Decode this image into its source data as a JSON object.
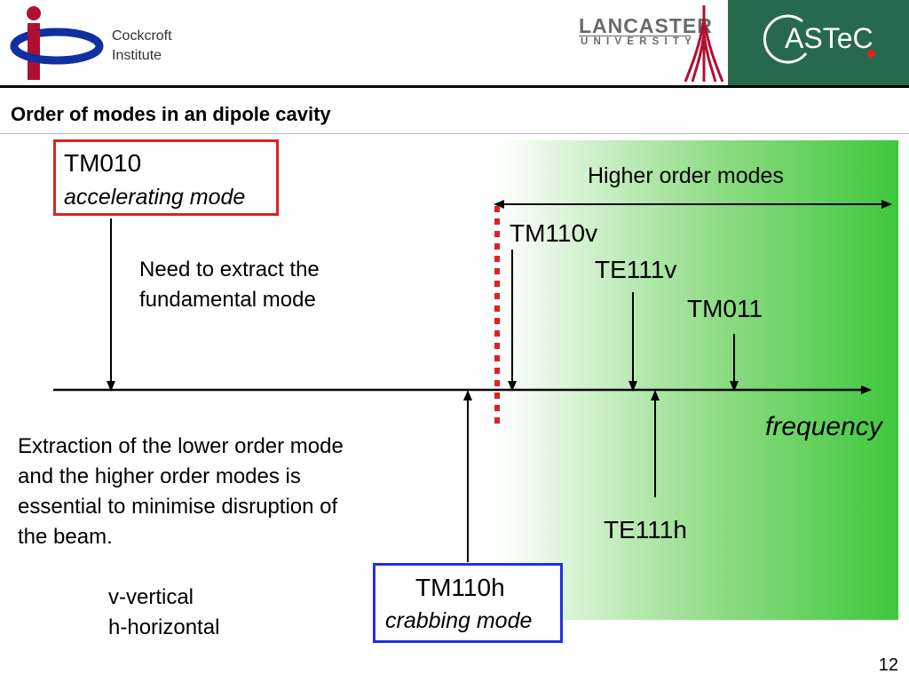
{
  "header": {
    "institute_line1": "Cockcroft",
    "institute_line2": "Institute",
    "lancaster": "LANCASTER",
    "university": "UNIVERSITY",
    "astec": "ASTeC",
    "colors": {
      "astec_bg": "#276a4b",
      "ci_red": "#b01030",
      "ci_blue": "#1030a0"
    }
  },
  "slide": {
    "title": "Order of modes in an dipole cavity",
    "page_number": "12"
  },
  "modes": {
    "tm010": {
      "name": "TM010",
      "desc": "accelerating mode",
      "box_color": "#e02020"
    },
    "tm110h": {
      "name": "TM110h",
      "desc": "crabbing mode",
      "box_color": "#2030e0"
    },
    "tm110v": {
      "name": "TM110v"
    },
    "te111v": {
      "name": "TE111v"
    },
    "tm011": {
      "name": "TM011"
    },
    "te111h": {
      "name": "TE111h"
    }
  },
  "labels": {
    "higher_order_modes": "Higher order modes",
    "frequency": "frequency",
    "need_line1": "Need to extract the",
    "need_line2": "fundamental mode",
    "extraction_line1": "Extraction of the lower order mode",
    "extraction_line2": "and the higher order modes is",
    "extraction_line3": "essential to minimise disruption of",
    "extraction_line4": "the beam.",
    "legend_v": "v-vertical",
    "legend_h": "h-horizontal"
  },
  "colors": {
    "hom_region_end": "#3ec73c",
    "cutoff_line": "#e02020"
  }
}
